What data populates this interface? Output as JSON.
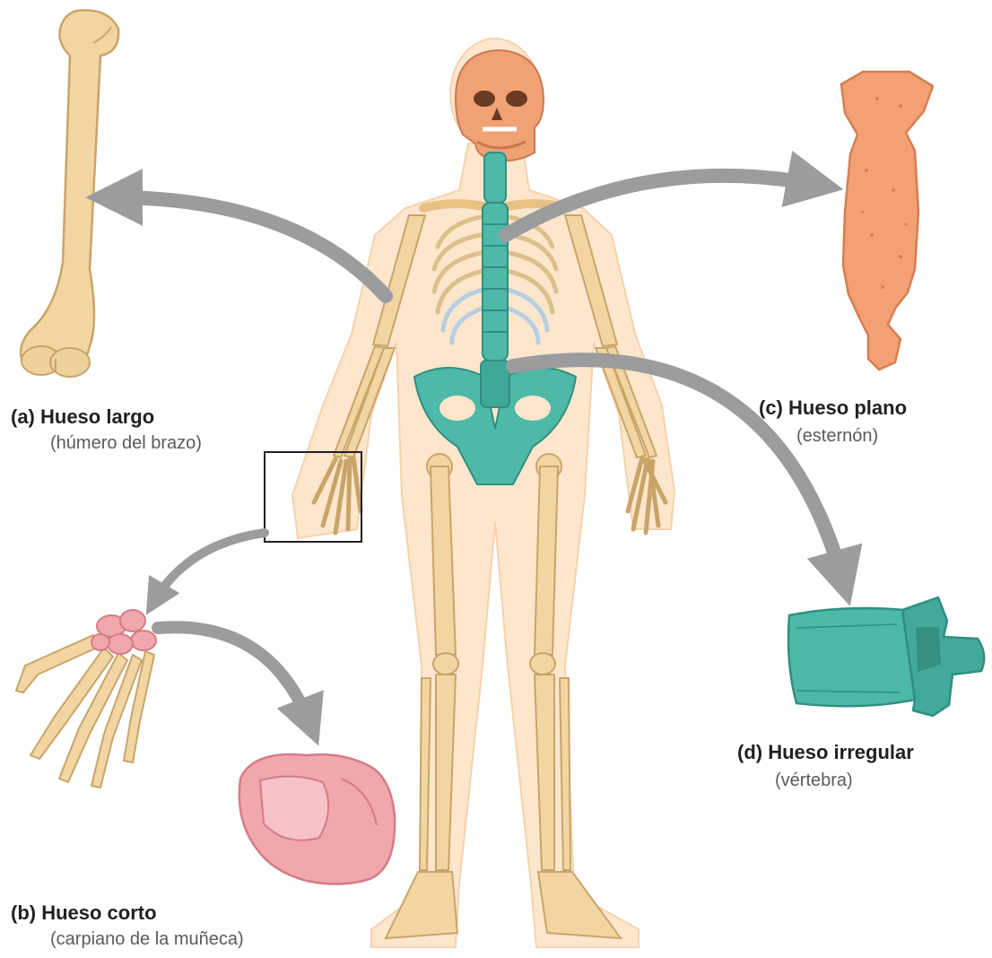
{
  "captions": {
    "a": {
      "title": "(a) Hueso largo",
      "subtitle": "(húmero del brazo)"
    },
    "b": {
      "title": "(b) Hueso corto",
      "subtitle": "(carpiano de la muñeca)"
    },
    "c": {
      "title": "(c) Hueso plano",
      "subtitle": "(esternón)"
    },
    "d": {
      "title": "(d) Hueso irregular",
      "subtitle": "(vértebra)"
    }
  },
  "colors": {
    "bone": "#f1d6a4",
    "bone_stroke": "#c9a468",
    "skin": "#fde6cc",
    "flat_bone": "#f1a173",
    "irregular_bone": "#4fb9a7",
    "short_bone": "#f1a7ae",
    "cartilage": "#bcd4e6",
    "arrow": "#9b9c9e"
  },
  "icons": {
    "humerus": "humerus-illustration",
    "hand": "hand-bones-illustration",
    "carpal": "carpal-bone-illustration",
    "sternum": "sternum-illustration",
    "vertebra": "vertebra-illustration",
    "skeleton": "human-skeleton-illustration"
  }
}
